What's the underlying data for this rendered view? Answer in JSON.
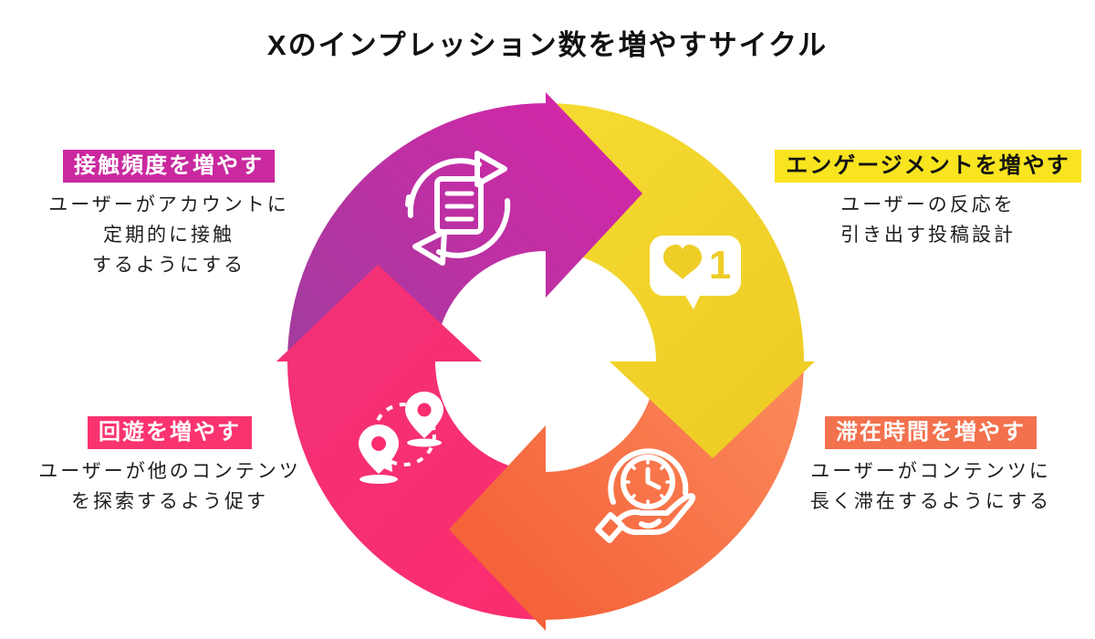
{
  "title": "Xのインプレッション数を増やすサイクル",
  "like_count": "1",
  "cycle": {
    "direction": "clockwise",
    "order": [
      "frequency",
      "engagement",
      "dwell-time",
      "navigation"
    ]
  },
  "colors": {
    "background": "#ffffff",
    "text": "#1d1d1d",
    "icon_stroke": "#ffffff",
    "magenta": "#d028a7",
    "magenta_dark": "#a23c9e",
    "yellow": "#f5db31",
    "yellow_deep": "#eecd26",
    "orange_light": "#fb8a5c",
    "orange_deep": "#f5633a",
    "pink": "#fb2d6e",
    "pink_deep": "#f43077",
    "badge_magenta": "#c9289f",
    "badge_yellow": "#f8e41f",
    "badge_pink": "#fa336f",
    "badge_orange": "#f3714d",
    "badge_text_light": "#ffffff",
    "badge_text_dark": "#131313"
  },
  "steps": [
    {
      "id": "frequency",
      "position": "top-left",
      "badge": "接触頻度を増やす",
      "badge_color": "#c9289f",
      "badge_text_color": "#ffffff",
      "icon": "repost-document-icon",
      "segment_color": "magenta",
      "lines": [
        "ユーザーがアカウントに",
        "定期的に接触",
        "するようにする"
      ]
    },
    {
      "id": "engagement",
      "position": "top-right",
      "badge": "エンゲージメントを増やす",
      "badge_color": "#f8e41f",
      "badge_text_color": "#131313",
      "icon": "like-notification-icon",
      "segment_color": "yellow",
      "lines": [
        "ユーザーの反応を",
        "引き出す投稿設計"
      ]
    },
    {
      "id": "dwell-time",
      "position": "bottom-right",
      "badge": "滞在時間を増やす",
      "badge_color": "#f3714d",
      "badge_text_color": "#ffffff",
      "icon": "clock-hand-icon",
      "segment_color": "orange",
      "lines": [
        "ユーザーがコンテンツに",
        "長く滞在するようにする"
      ]
    },
    {
      "id": "navigation",
      "position": "bottom-left",
      "badge": "回遊を増やす",
      "badge_color": "#fa336f",
      "badge_text_color": "#ffffff",
      "icon": "route-pins-icon",
      "segment_color": "pink",
      "lines": [
        "ユーザーが他のコンテンツ",
        "を探索するよう促す"
      ]
    }
  ]
}
